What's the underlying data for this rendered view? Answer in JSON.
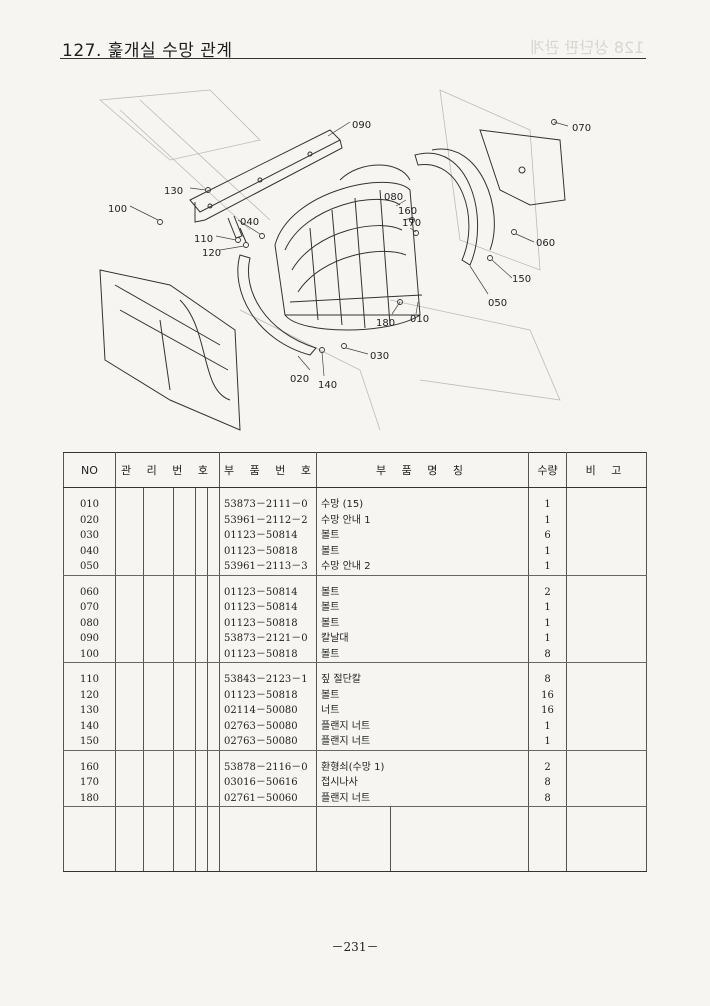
{
  "header": {
    "title": "127. 훑개실 수망 관계"
  },
  "diagram": {
    "callouts": [
      "090",
      "070",
      "130",
      "100",
      "110",
      "120",
      "040",
      "080",
      "160",
      "170",
      "060",
      "150",
      "050",
      "180",
      "010",
      "030",
      "020",
      "140"
    ]
  },
  "table": {
    "headers": {
      "no": "NO",
      "management": "관 리 번 호",
      "part_number": "부 품 번 호",
      "part_name": "부 품 명 칭",
      "quantity": "수량",
      "remarks": "비 고"
    },
    "groups": [
      [
        {
          "no": "010",
          "part": "53873－2111－0",
          "name": "수망 (15)",
          "qty": "1"
        },
        {
          "no": "020",
          "part": "53961－2112－2",
          "name": "수망 안내 1",
          "qty": "1"
        },
        {
          "no": "030",
          "part": "01123－50814",
          "name": "볼트",
          "qty": "6"
        },
        {
          "no": "040",
          "part": "01123－50818",
          "name": "볼트",
          "qty": "1"
        },
        {
          "no": "050",
          "part": "53961－2113－3",
          "name": "수망 안내 2",
          "qty": "1"
        }
      ],
      [
        {
          "no": "060",
          "part": "01123－50814",
          "name": "볼트",
          "qty": "2"
        },
        {
          "no": "070",
          "part": "01123－50814",
          "name": "볼트",
          "qty": "1"
        },
        {
          "no": "080",
          "part": "01123－50818",
          "name": "볼트",
          "qty": "1"
        },
        {
          "no": "090",
          "part": "53873－2121－0",
          "name": "칼날대",
          "qty": "1"
        },
        {
          "no": "100",
          "part": "01123－50818",
          "name": "볼트",
          "qty": "8"
        }
      ],
      [
        {
          "no": "110",
          "part": "53843－2123－1",
          "name": "짚 절단칼",
          "qty": "8"
        },
        {
          "no": "120",
          "part": "01123－50818",
          "name": "볼트",
          "qty": "16"
        },
        {
          "no": "130",
          "part": "02114－50080",
          "name": "너트",
          "qty": "16"
        },
        {
          "no": "140",
          "part": "02763－50080",
          "name": "플랜지 너트",
          "qty": "1"
        },
        {
          "no": "150",
          "part": "02763－50080",
          "name": "플랜지 너트",
          "qty": "1"
        }
      ],
      [
        {
          "no": "160",
          "part": "53878－2116－0",
          "name": "환형쇠(수망 1)",
          "qty": "2"
        },
        {
          "no": "170",
          "part": "03016－50616",
          "name": "접시나사",
          "qty": "8"
        },
        {
          "no": "180",
          "part": "02761－50060",
          "name": "플랜지 너트",
          "qty": "8"
        }
      ]
    ]
  },
  "footer": {
    "page_number": "－231－"
  }
}
